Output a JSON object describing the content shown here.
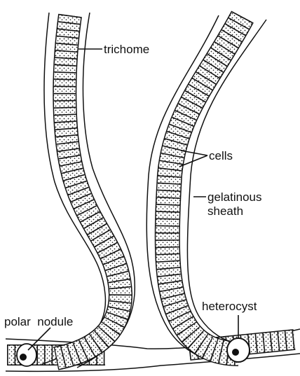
{
  "labels": {
    "trichome": "trichome",
    "cells": "cells",
    "sheath_line1": "gelatinous",
    "sheath_line2": "sheath",
    "heterocyst": "heterocyst",
    "polar_nodule": "polar  nodule"
  },
  "colors": {
    "ink": "#111111",
    "cell_fill": "#d9d9d9",
    "background": "#ffffff"
  }
}
